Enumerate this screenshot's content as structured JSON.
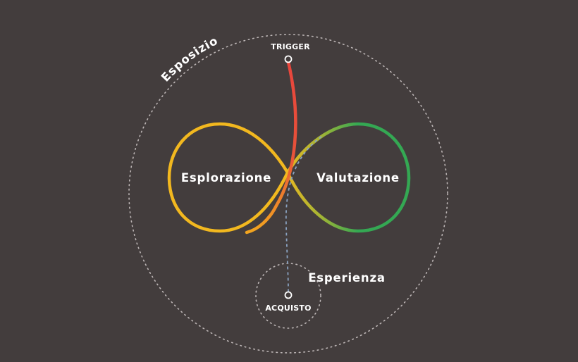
{
  "diagram": {
    "outer_label": "Esposizione",
    "trigger_label": "TRIGGER",
    "left_loop_label": "Esplorazione",
    "right_loop_label": "Valutazione",
    "experience_label": "Esperienza",
    "purchase_label": "ACQUISTO"
  },
  "colors": {
    "background": "#433d3d",
    "left_loop": "#f2b81f",
    "right_loop": "#34a853",
    "trigger_path": "#e8453c",
    "dashed_path": "#8aa3c2",
    "dotted_circles": "#bdb6b6",
    "text": "#ffffff"
  }
}
